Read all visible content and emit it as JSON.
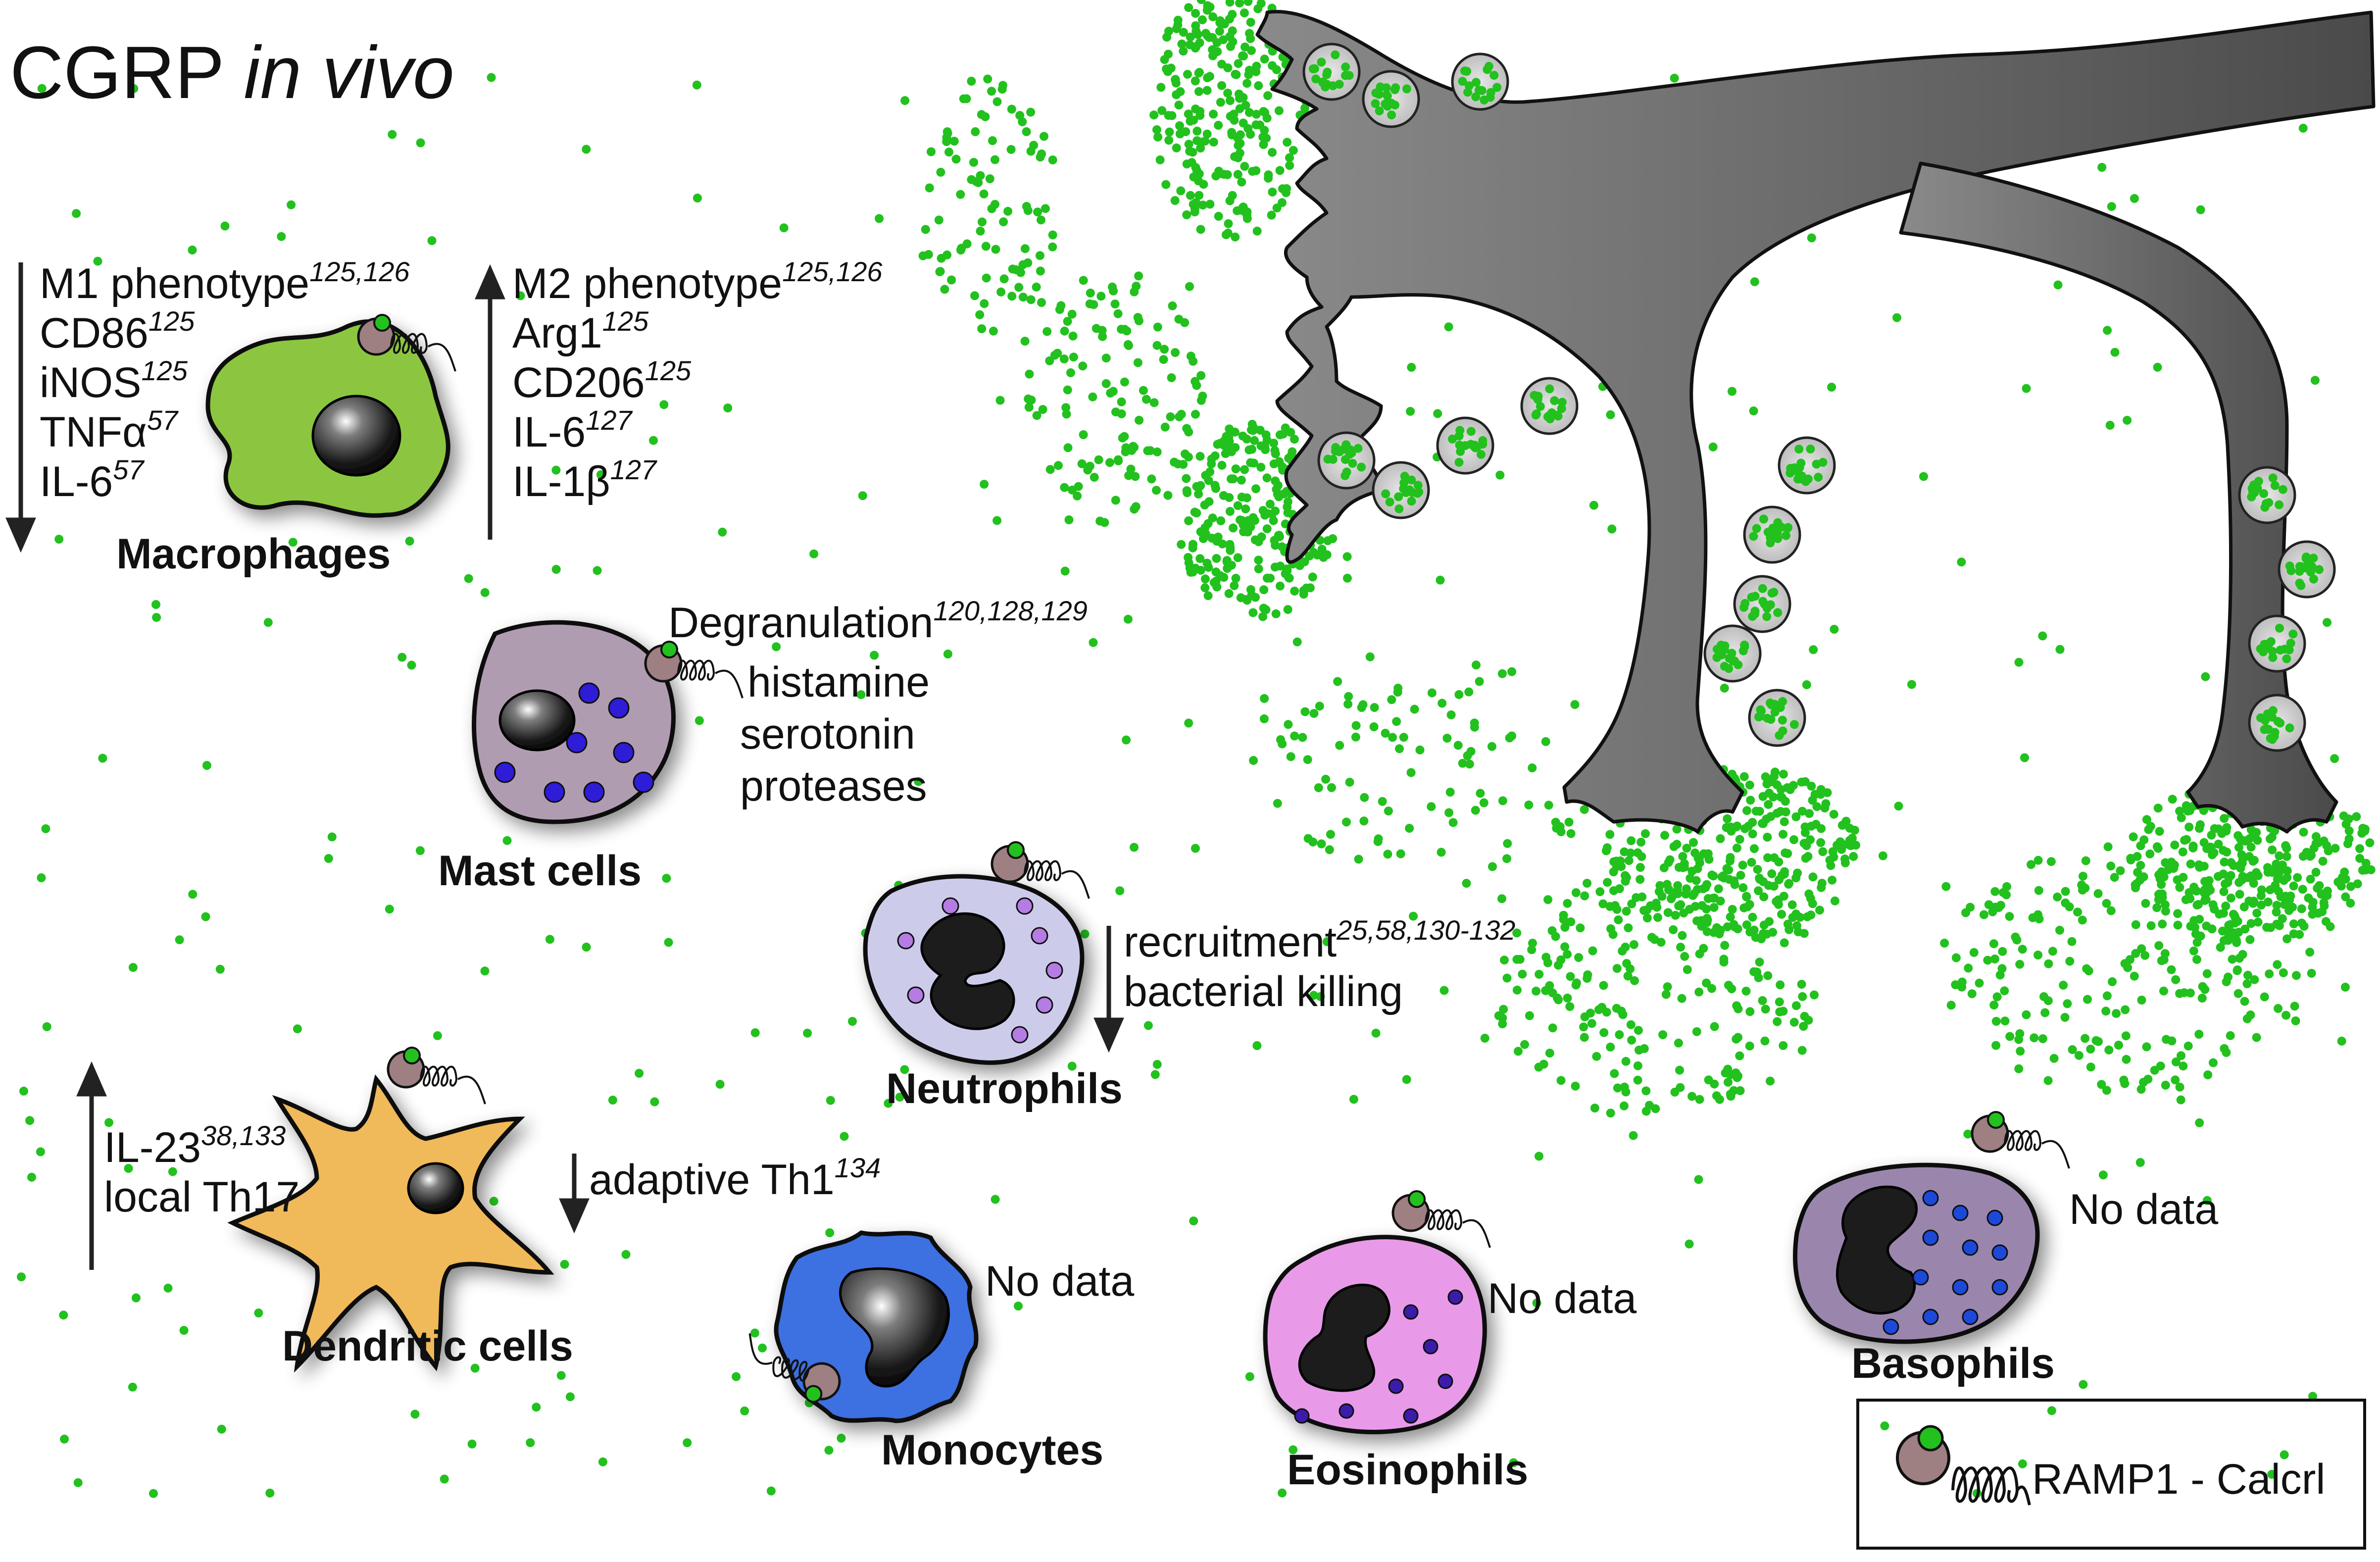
{
  "title": {
    "main": "CGRP",
    "italic": "in vivo"
  },
  "colors": {
    "cgrp_dot": "#22c11e",
    "neuron": "#6f6f6f",
    "macrophage": "#8cc63f",
    "mast": "#b09cb0",
    "neutrophil": "#ccccea",
    "dendritic": "#f0b95a",
    "monocyte": "#3d6fe0",
    "eosinophil": "#e89ae8",
    "basophil": "#9a86ad",
    "granule_blue": "#2e1ad6"
  },
  "macrophages": {
    "name": "Macrophages",
    "down": [
      {
        "text": "M1 phenotype",
        "ref": "125,126"
      },
      {
        "text": "CD86",
        "ref": "125"
      },
      {
        "text": "iNOS",
        "ref": "125"
      },
      {
        "text": "TNFα",
        "ref": "57"
      },
      {
        "text": "IL-6",
        "ref": "57"
      }
    ],
    "up": [
      {
        "text": "M2 phenotype",
        "ref": "125,126"
      },
      {
        "text": "Arg1",
        "ref": "125"
      },
      {
        "text": "CD206",
        "ref": "125"
      },
      {
        "text": "IL-6",
        "ref": "127"
      },
      {
        "text": "IL-1β",
        "ref": "127"
      }
    ]
  },
  "mast": {
    "name": "Mast cells",
    "effect": {
      "text": "Degranulation",
      "ref": "120,128,129"
    },
    "products": [
      "histamine",
      "serotonin",
      "proteases"
    ]
  },
  "neutrophils": {
    "name": "Neutrophils",
    "down": [
      {
        "text": "recruitment",
        "ref": "25,58,130-132"
      },
      {
        "text": "bacterial killing",
        "ref": ""
      }
    ]
  },
  "dendritic": {
    "name": "Dendritic cells",
    "up": [
      {
        "text": "IL-23",
        "ref": "38,133"
      },
      {
        "text": "local Th17",
        "ref": ""
      }
    ],
    "down": [
      {
        "text": "adaptive Th1",
        "ref": "134"
      }
    ]
  },
  "monocytes": {
    "name": "Monocytes",
    "note": "No data"
  },
  "eosinophils": {
    "name": "Eosinophils",
    "note": "No data"
  },
  "basophils": {
    "name": "Basophils",
    "note": "No data"
  },
  "legend": {
    "label": "RAMP1 - Calcrl",
    "icon": "receptor-icon"
  }
}
